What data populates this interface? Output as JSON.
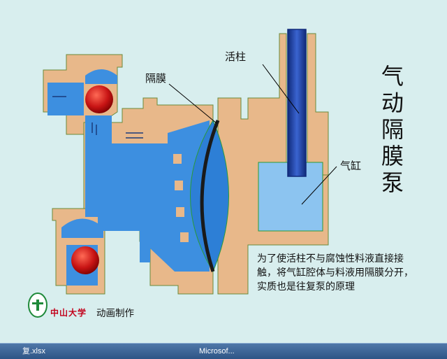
{
  "labels": {
    "piston": "活柱",
    "diaphragm": "隔膜",
    "cylinder": "气缸"
  },
  "title_chars": [
    "气",
    "动",
    "隔",
    "膜",
    "泵"
  ],
  "caption": "为了使活柱不与腐蚀性料液直接接触，将气缸腔体与料液用隔膜分开，实质也是往复泵的原理",
  "logo_text": "中山大学",
  "credit": "动画制作",
  "taskbar": {
    "items": [
      "复.xlsx",
      "Microsof..."
    ]
  },
  "colors": {
    "background": "#d8eeee",
    "casing": "#e8b88a",
    "liquid": "#3d8fe0",
    "ball": "#c81414",
    "cylinder_chamber": "#8cc4f0",
    "piston": "#1e3c9c"
  }
}
